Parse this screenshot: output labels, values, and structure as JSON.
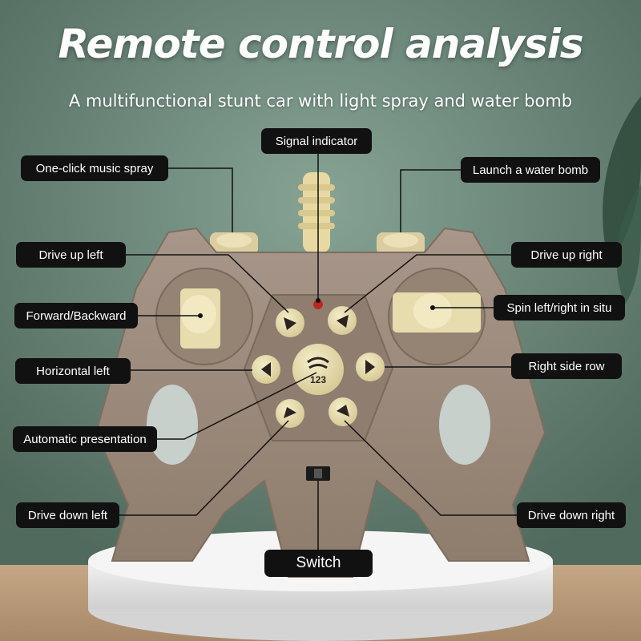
{
  "title": "Remote control analysis",
  "subtitle": "A multifunctional stunt car with light spray and water bomb",
  "callouts": {
    "signal_indicator": "Signal indicator",
    "music_spray": "One-click music spray",
    "water_bomb": "Launch a water bomb",
    "drive_up_left": "Drive up left",
    "drive_up_right": "Drive up right",
    "forward_backward": "Forward/Backward",
    "spin": "Spin left/right in situ",
    "horizontal_left": "Horizontal left",
    "right_side_row": "Right side row",
    "auto_presentation": "Automatic presentation",
    "drive_down_left": "Drive down left",
    "drive_down_right": "Drive down right",
    "switch": "Switch"
  },
  "remote": {
    "center_button_number": "123"
  },
  "colors": {
    "wall": "#6b8a7b",
    "table": "#b89a7a",
    "remote_body": "#9c8b79",
    "buttons": "#e6dcae",
    "label_bg": "#111111",
    "indicator": "#c0261f"
  }
}
